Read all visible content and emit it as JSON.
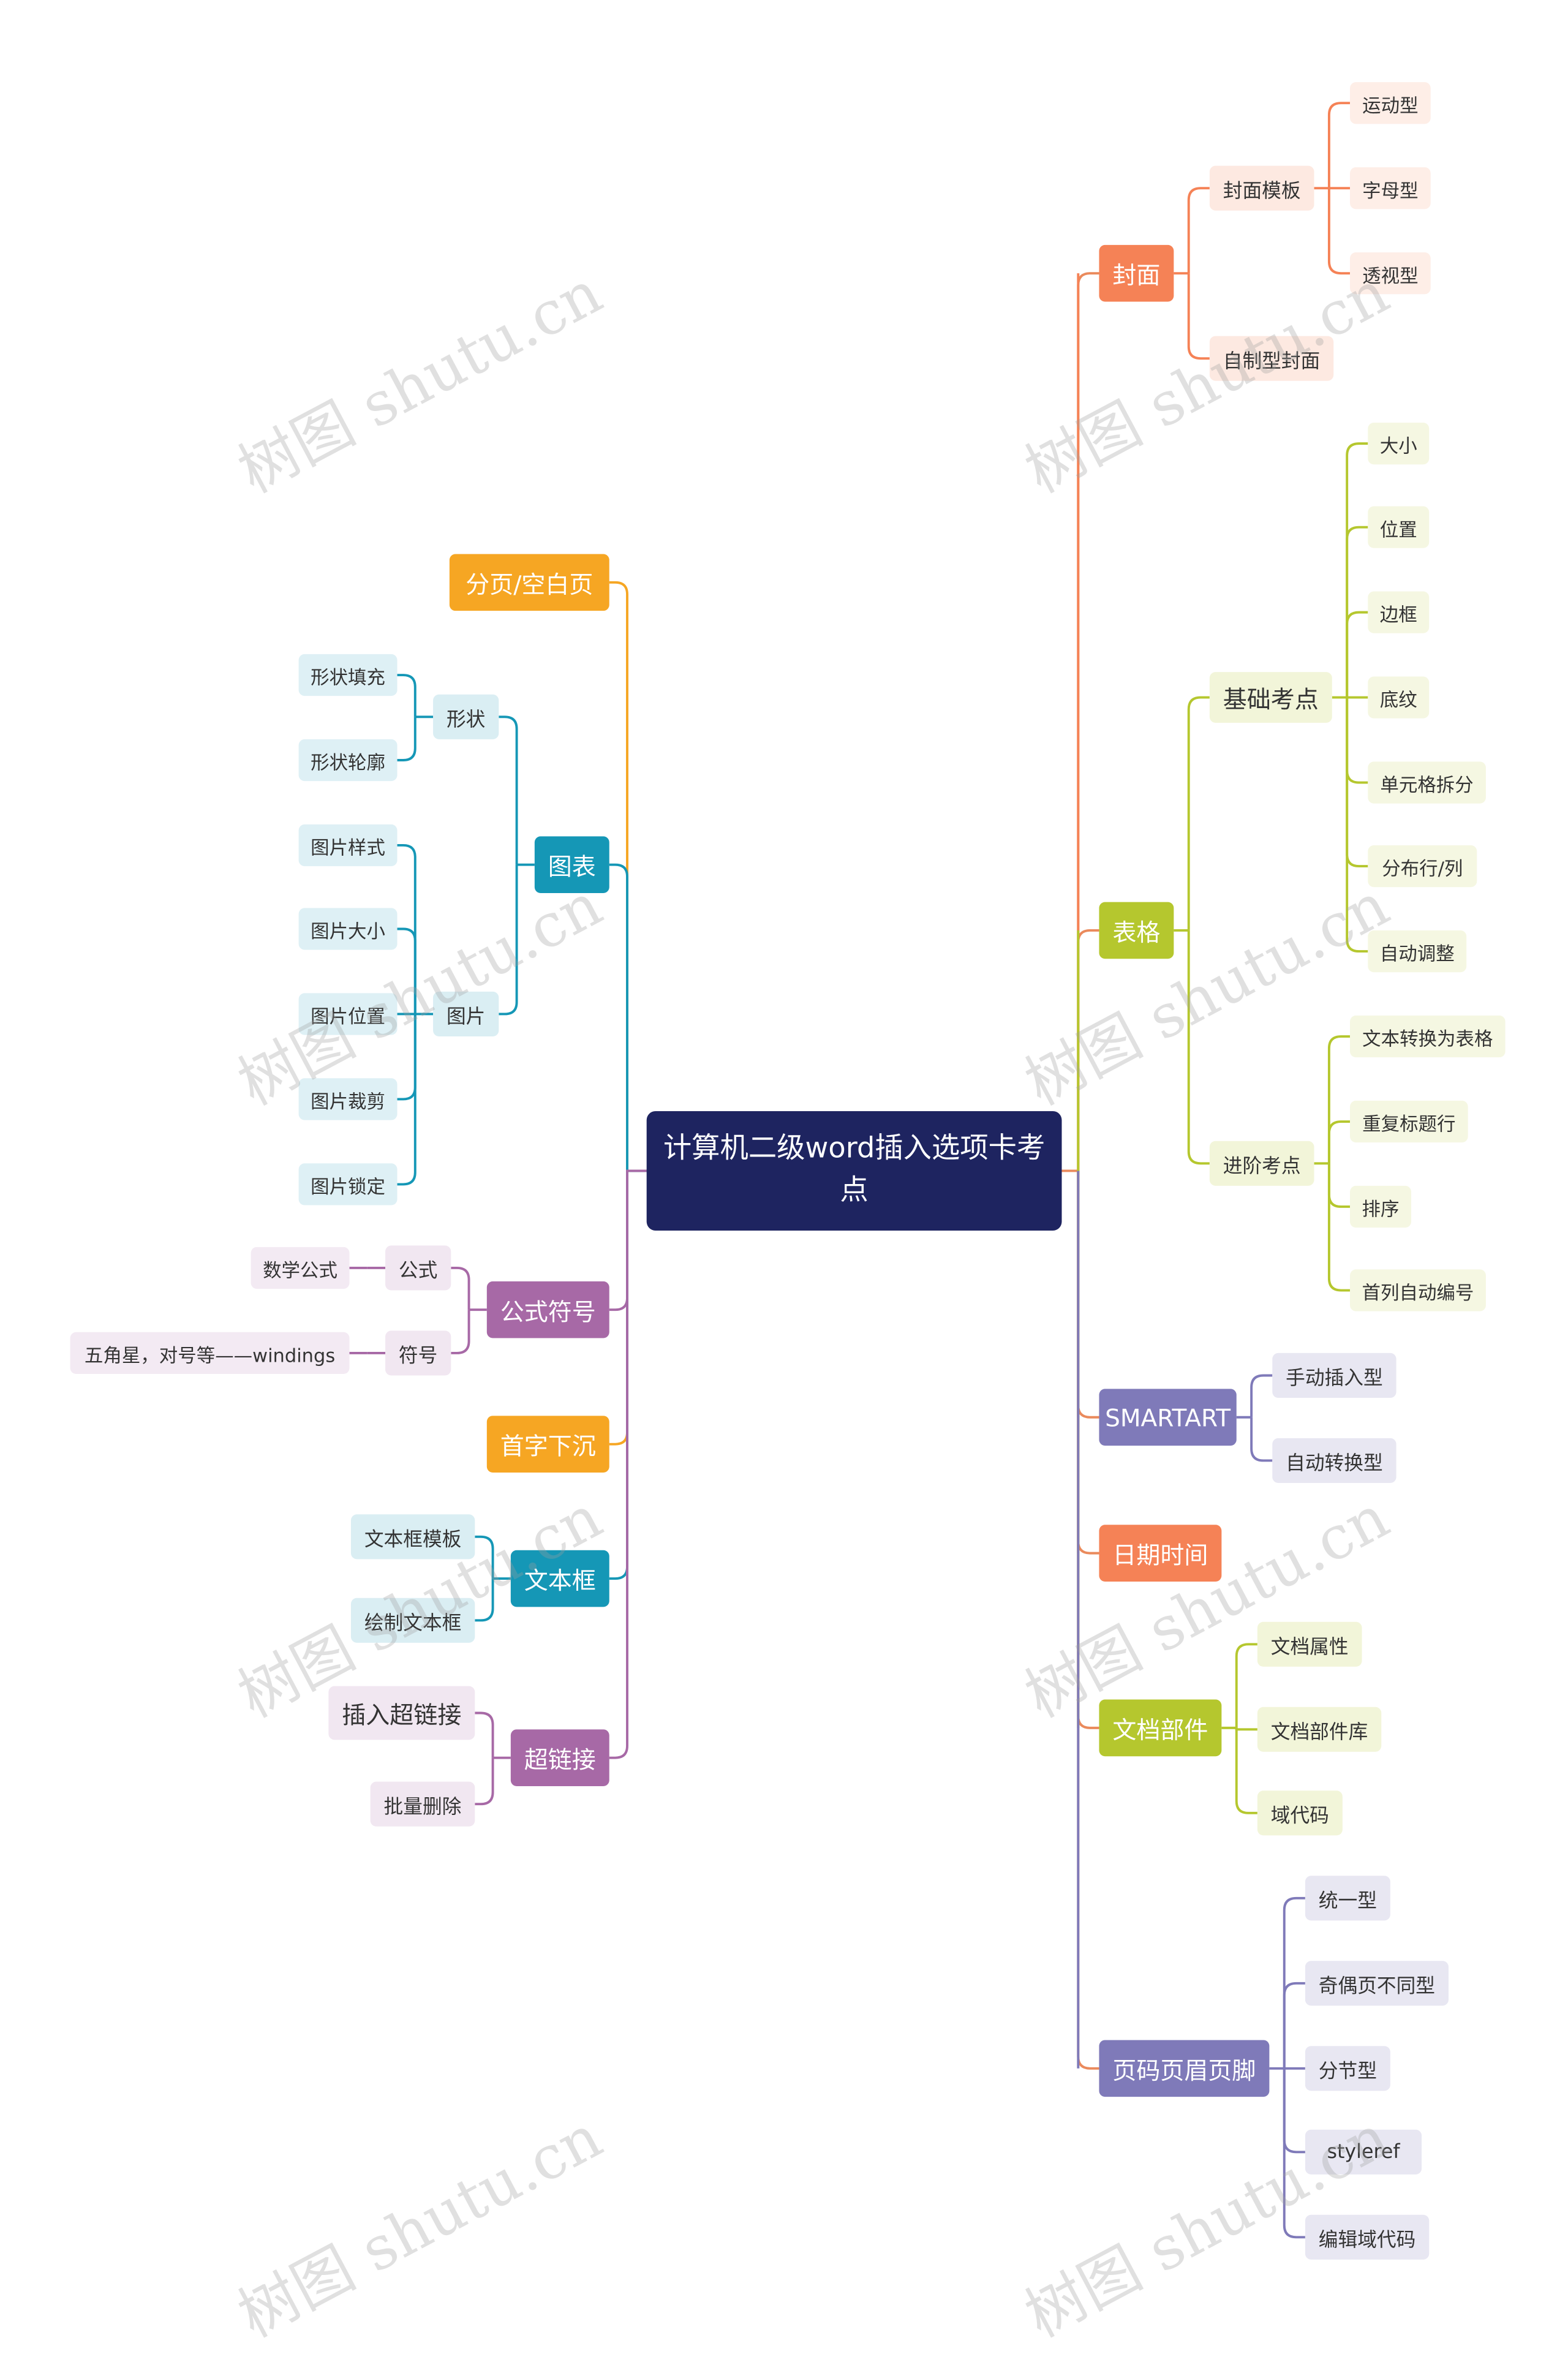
{
  "root": {
    "label": "计算机二级word插入选项卡考点"
  },
  "watermark": "树图 shutu.cn",
  "colors": {
    "root_bg": "#1e2460",
    "cover": "#f58256",
    "table": "#b5c72e",
    "smartart": "#7f7ab9",
    "datetime": "#f58256",
    "docparts": "#b5c72e",
    "headerfooter": "#7f7ab9",
    "pagebreak": "#f6a623",
    "chart": "#1597b6",
    "formula": "#a769a6",
    "dropcap": "#f6a623",
    "textbox": "#1597b6",
    "hyperlink": "#a769a6"
  },
  "right": [
    {
      "label": "封面",
      "children": [
        {
          "label": "封面模板",
          "children": [
            {
              "label": "运动型"
            },
            {
              "label": "字母型"
            },
            {
              "label": "透视型"
            }
          ]
        },
        {
          "label": "自制型封面"
        }
      ]
    },
    {
      "label": "表格",
      "children": [
        {
          "label": "基础考点",
          "children": [
            {
              "label": "大小"
            },
            {
              "label": "位置"
            },
            {
              "label": "边框"
            },
            {
              "label": "底纹"
            },
            {
              "label": "单元格拆分"
            },
            {
              "label": "分布行/列"
            },
            {
              "label": "自动调整"
            }
          ]
        },
        {
          "label": "进阶考点",
          "children": [
            {
              "label": "文本转换为表格"
            },
            {
              "label": "重复标题行"
            },
            {
              "label": "排序"
            },
            {
              "label": "首列自动编号"
            }
          ]
        }
      ]
    },
    {
      "label": "SMARTART",
      "children": [
        {
          "label": "手动插入型"
        },
        {
          "label": "自动转换型"
        }
      ]
    },
    {
      "label": "日期时间",
      "children": []
    },
    {
      "label": "文档部件",
      "children": [
        {
          "label": "文档属性"
        },
        {
          "label": "文档部件库"
        },
        {
          "label": "域代码"
        }
      ]
    },
    {
      "label": "页码页眉页脚",
      "children": [
        {
          "label": "统一型"
        },
        {
          "label": "奇偶页不同型"
        },
        {
          "label": "分节型"
        },
        {
          "label": "styleref"
        },
        {
          "label": "编辑域代码"
        }
      ]
    }
  ],
  "left": [
    {
      "label": "分页/空白页",
      "children": []
    },
    {
      "label": "图表",
      "children": [
        {
          "label": "形状",
          "children": [
            {
              "label": "形状填充"
            },
            {
              "label": "形状轮廓"
            }
          ]
        },
        {
          "label": "图片",
          "children": [
            {
              "label": "图片样式"
            },
            {
              "label": "图片大小"
            },
            {
              "label": "图片位置"
            },
            {
              "label": "图片裁剪"
            },
            {
              "label": "图片锁定"
            }
          ]
        }
      ]
    },
    {
      "label": "公式符号",
      "children": [
        {
          "label": "公式",
          "children": [
            {
              "label": "数学公式"
            }
          ]
        },
        {
          "label": "符号",
          "children": [
            {
              "label": "五角星，对号等——windings"
            }
          ]
        }
      ]
    },
    {
      "label": "首字下沉",
      "children": []
    },
    {
      "label": "文本框",
      "children": [
        {
          "label": "文本框模板"
        },
        {
          "label": "绘制文本框"
        }
      ]
    },
    {
      "label": "超链接",
      "children": [
        {
          "label": "插入超链接"
        },
        {
          "label": "批量删除"
        }
      ]
    }
  ]
}
